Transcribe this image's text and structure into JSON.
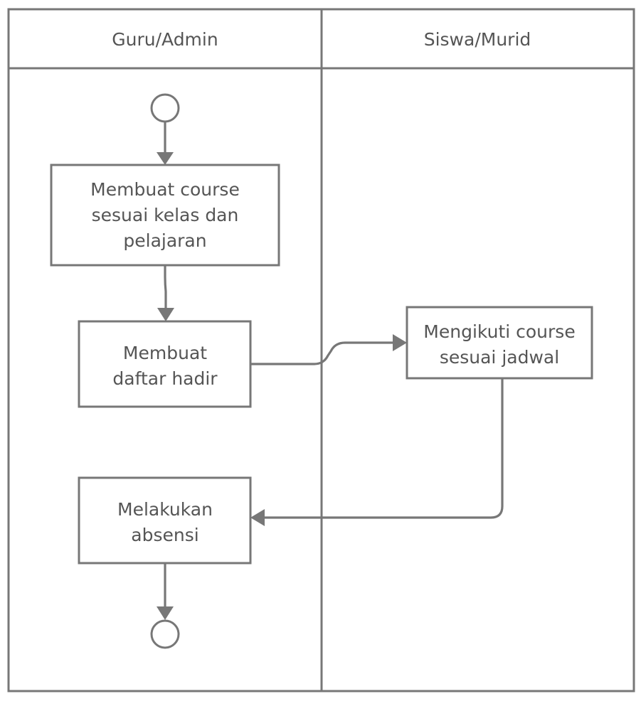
{
  "lanes": [
    {
      "title": "Guru/Admin"
    },
    {
      "title": "Siswa/Murid"
    }
  ],
  "nodes": {
    "start": {
      "kind": "start"
    },
    "buat_course": {
      "kind": "activity",
      "lines": [
        "Membuat course",
        "sesuai kelas dan",
        "pelajaran"
      ]
    },
    "buat_daftar_hadir": {
      "kind": "activity",
      "lines": [
        "Membuat",
        "daftar hadir"
      ]
    },
    "ikuti_course": {
      "kind": "activity",
      "lines": [
        "Mengikuti course",
        "sesuai jadwal"
      ]
    },
    "absensi": {
      "kind": "activity",
      "lines": [
        "Melakukan",
        "absensi"
      ]
    },
    "end": {
      "kind": "end"
    }
  },
  "edges": [
    {
      "from": "start",
      "to": "buat_course"
    },
    {
      "from": "buat_course",
      "to": "buat_daftar_hadir"
    },
    {
      "from": "buat_daftar_hadir",
      "to": "ikuti_course"
    },
    {
      "from": "ikuti_course",
      "to": "absensi"
    },
    {
      "from": "absensi",
      "to": "end"
    }
  ]
}
